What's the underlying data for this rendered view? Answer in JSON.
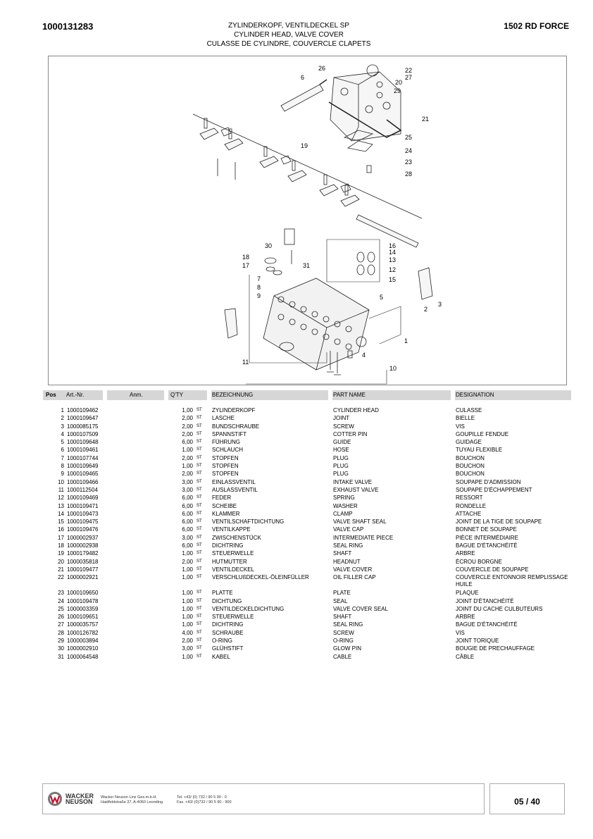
{
  "header": {
    "article_number": "1000131283",
    "title_de": "ZYLINDERKOPF, VENTILDECKEL SP",
    "title_en": "CYLINDER HEAD, VALVE COVER",
    "title_fr": "CULASSE DE CYLINDRE, COUVERCLE CLAPETS",
    "model": "1502 RD FORCE"
  },
  "diagram": {
    "callouts": [
      "1",
      "2",
      "3",
      "4",
      "5",
      "6",
      "7",
      "8",
      "9",
      "10",
      "11",
      "12",
      "13",
      "14",
      "15",
      "16",
      "17",
      "18",
      "19",
      "20",
      "21",
      "22",
      "23",
      "24",
      "25",
      "26",
      "27",
      "28",
      "29",
      "30",
      "31"
    ]
  },
  "table": {
    "headers": {
      "pos": "Pos",
      "art": "Art.-Nr.",
      "anm": "Anm.",
      "qty": "Q'TY",
      "de": "BEZEICHNUNG",
      "en": "PART NAME",
      "fr": "DESIGNATION"
    },
    "rows": [
      {
        "pos": "1",
        "art": "1000109462",
        "qty": "1,00",
        "unit": "ST",
        "de": "ZYLINDERKOPF",
        "en": "CYLINDER HEAD",
        "fr": "CULASSE"
      },
      {
        "pos": "2",
        "art": "1000109647",
        "qty": "2,00",
        "unit": "ST",
        "de": "LASCHE",
        "en": "JOINT",
        "fr": "BIELLE"
      },
      {
        "pos": "3",
        "art": "1000085175",
        "qty": "2,00",
        "unit": "ST",
        "de": "BUNDSCHRAUBE",
        "en": "SCREW",
        "fr": "VIS"
      },
      {
        "pos": "4",
        "art": "1000107509",
        "qty": "2,00",
        "unit": "ST",
        "de": "SPANNSTIFT",
        "en": "COTTER PIN",
        "fr": "GOUPILLE FENDUE"
      },
      {
        "pos": "5",
        "art": "1000109648",
        "qty": "6,00",
        "unit": "ST",
        "de": "FÜHRUNG",
        "en": "GUIDE",
        "fr": "GUIDAGE"
      },
      {
        "pos": "6",
        "art": "1000109461",
        "qty": "1,00",
        "unit": "ST",
        "de": "SCHLAUCH",
        "en": "HOSE",
        "fr": "TUYAU FLEXIBLE"
      },
      {
        "pos": "7",
        "art": "1000107744",
        "qty": "2,00",
        "unit": "ST",
        "de": "STOPFEN",
        "en": "PLUG",
        "fr": "BOUCHON"
      },
      {
        "pos": "8",
        "art": "1000109649",
        "qty": "1,00",
        "unit": "ST",
        "de": "STOPFEN",
        "en": "PLUG",
        "fr": "BOUCHON"
      },
      {
        "pos": "9",
        "art": "1000109465",
        "qty": "2,00",
        "unit": "ST",
        "de": "STOPFEN",
        "en": "PLUG",
        "fr": "BOUCHON"
      },
      {
        "pos": "10",
        "art": "1000109466",
        "qty": "3,00",
        "unit": "ST",
        "de": "EINLASSVENTIL",
        "en": "INTAKE VALVE",
        "fr": "SOUPAPE D'ADMISSION"
      },
      {
        "pos": "11",
        "art": "1000112504",
        "qty": "3,00",
        "unit": "ST",
        "de": "AUSLASSVENTIL",
        "en": "EXHAUST VALVE",
        "fr": "SOUPAPE D'ÉCHAPPEMENT"
      },
      {
        "pos": "12",
        "art": "1000109469",
        "qty": "6,00",
        "unit": "ST",
        "de": "FEDER",
        "en": "SPRING",
        "fr": "RESSORT"
      },
      {
        "pos": "13",
        "art": "1000109471",
        "qty": "6,00",
        "unit": "ST",
        "de": "SCHEIBE",
        "en": "WASHER",
        "fr": "RONDELLE"
      },
      {
        "pos": "14",
        "art": "1000109473",
        "qty": "6,00",
        "unit": "ST",
        "de": "KLAMMER",
        "en": "CLAMP",
        "fr": "ATTACHE"
      },
      {
        "pos": "15",
        "art": "1000109475",
        "qty": "6,00",
        "unit": "ST",
        "de": "VENTILSCHAFTDICHTUNG",
        "en": "VALVE SHAFT SEAL",
        "fr": "JOINT DE LA TIGE DE SOUPAPE"
      },
      {
        "pos": "16",
        "art": "1000109476",
        "qty": "6,00",
        "unit": "ST",
        "de": "VENTILKAPPE",
        "en": "VALVE CAP",
        "fr": "BONNET DE SOUPAPE"
      },
      {
        "pos": "17",
        "art": "1000002937",
        "qty": "3,00",
        "unit": "ST",
        "de": "ZWISCHENSTÜCK",
        "en": "INTERMEDIATE PIECE",
        "fr": "PIÈCE INTERMÉDIAIRE"
      },
      {
        "pos": "18",
        "art": "1000002938",
        "qty": "6,00",
        "unit": "ST",
        "de": "DICHTRING",
        "en": "SEAL RING",
        "fr": "BAGUE D'ÉTANCHÉITÉ"
      },
      {
        "pos": "19",
        "art": "1000179482",
        "qty": "1,00",
        "unit": "ST",
        "de": "STEUERWELLE",
        "en": "SHAFT",
        "fr": "ARBRE"
      },
      {
        "pos": "20",
        "art": "1000035818",
        "qty": "2,00",
        "unit": "ST",
        "de": "HUTMUTTER",
        "en": "HEADNUT",
        "fr": "ÉCROU BORGNE"
      },
      {
        "pos": "21",
        "art": "1000109477",
        "qty": "1,00",
        "unit": "ST",
        "de": "VENTILDECKEL",
        "en": "VALVE COVER",
        "fr": "COUVERCLE DE SOUPAPE"
      },
      {
        "pos": "22",
        "art": "1000002921",
        "qty": "1,00",
        "unit": "ST",
        "de": "VERSCHLUßDECKEL-ÖLEINFÜLLER",
        "en": "OIL FILLER CAP",
        "fr": "COUVERCLE ENTONNOIR REMPLISSAGE HUILE",
        "tall": true
      },
      {
        "pos": "23",
        "art": "1000109650",
        "qty": "1,00",
        "unit": "ST",
        "de": "PLATTE",
        "en": "PLATE",
        "fr": "PLAQUE"
      },
      {
        "pos": "24",
        "art": "1000109478",
        "qty": "1,00",
        "unit": "ST",
        "de": "DICHTUNG",
        "en": "SEAL",
        "fr": "JOINT D'ÉTANCHÉITÉ"
      },
      {
        "pos": "25",
        "art": "1000003359",
        "qty": "1,00",
        "unit": "ST",
        "de": "VENTILDECKELDICHTUNG",
        "en": "VALVE COVER SEAL",
        "fr": "JOINT DU CACHE CULBUTEURS"
      },
      {
        "pos": "26",
        "art": "1000109651",
        "qty": "1,00",
        "unit": "ST",
        "de": "STEUERWELLE",
        "en": "SHAFT",
        "fr": "ARBRE"
      },
      {
        "pos": "27",
        "art": "1000035757",
        "qty": "1,00",
        "unit": "ST",
        "de": "DICHTRING",
        "en": "SEAL RING",
        "fr": "BAGUE D'ÉTANCHÉITÉ"
      },
      {
        "pos": "28",
        "art": "1000126782",
        "qty": "4,00",
        "unit": "ST",
        "de": "SCHRAUBE",
        "en": "SCREW",
        "fr": "VIS"
      },
      {
        "pos": "29",
        "art": "1000003894",
        "qty": "2,00",
        "unit": "ST",
        "de": "O-RING",
        "en": "O-RING",
        "fr": "JOINT TORIQUE"
      },
      {
        "pos": "30",
        "art": "1000002910",
        "qty": "3,00",
        "unit": "ST",
        "de": "GLÜHSTIFT",
        "en": "GLOW PIN",
        "fr": "BOUGIE DE PRECHAUFFAGE"
      },
      {
        "pos": "31",
        "art": "1000064548",
        "qty": "1,00",
        "unit": "ST",
        "de": "KABEL",
        "en": "CABLE",
        "fr": "CÂBLE"
      }
    ]
  },
  "footer": {
    "brand_line1": "WACKER",
    "brand_line2": "NEUSON",
    "company": "Wacker Neuson Linz Ges.m.b.H.",
    "address": "Haidfeldstraße 37, A-4060 Leonding",
    "tel": "Tel. +43/ (0) 732 / 90 5 90 - 0",
    "fax": "Fax. +43/ (0)732 / 90 5 90 - 900",
    "page": "05 / 40"
  },
  "colors": {
    "table_header_bg": "#d6d6d6",
    "logo_red": "#c8102e"
  }
}
